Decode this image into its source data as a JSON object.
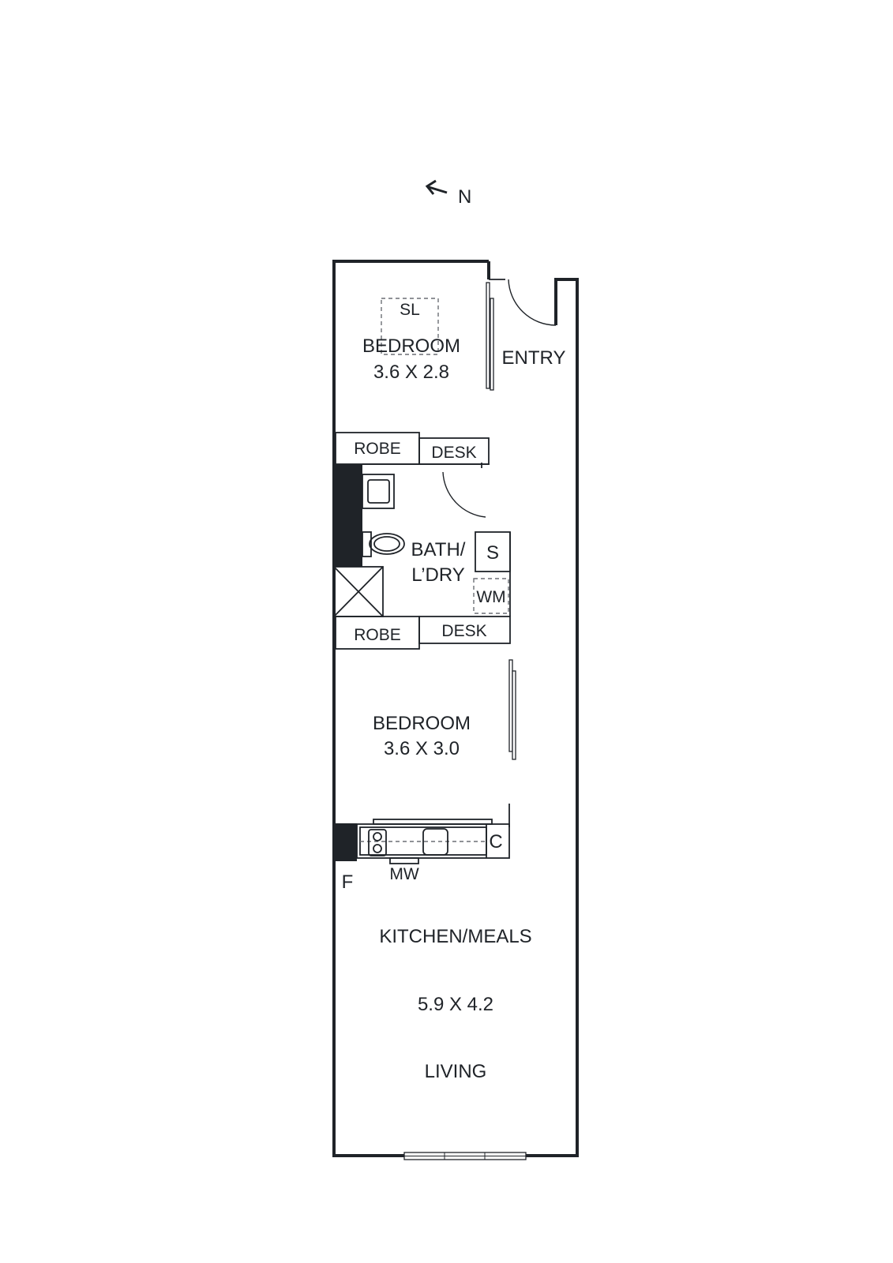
{
  "compass": {
    "label": "N",
    "icon": "north-arrow-icon"
  },
  "rooms": {
    "bedroom1": {
      "name": "BEDROOM",
      "size": "3.6 X 2.8"
    },
    "skylight": "SL",
    "entry": "ENTRY",
    "robe1": "ROBE",
    "desk1": "DESK",
    "bath": {
      "line1": "BATH/",
      "line2": "L’DRY"
    },
    "shower": "S",
    "washing_machine": "WM",
    "robe2": "ROBE",
    "desk2": "DESK",
    "bedroom2": {
      "name": "BEDROOM",
      "size": "3.6 X 3.0"
    },
    "cooktop_c": "C",
    "microwave": "MW",
    "fridge": "F",
    "kitchen": {
      "name": "KITCHEN/MEALS",
      "size": "5.9 X 4.2",
      "living": "LIVING"
    }
  },
  "colors": {
    "wall": "#1f2328",
    "background": "#ffffff"
  }
}
